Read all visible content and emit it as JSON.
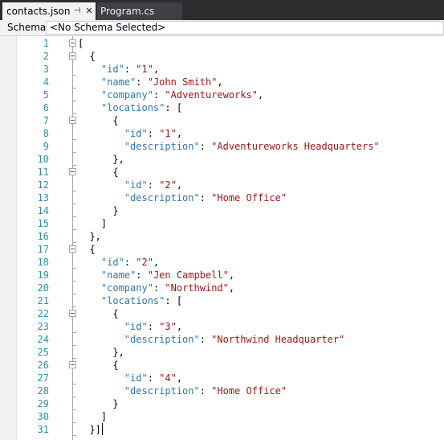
{
  "tabs": [
    {
      "label": "contacts.json",
      "active": true,
      "pinned": true
    },
    {
      "label": "Program.cs",
      "active": false
    }
  ],
  "schema": {
    "label": "Schema:",
    "value": "<No Schema Selected>"
  },
  "editor": {
    "lines": [
      [
        [
          "[",
          "punc"
        ]
      ],
      [
        [
          "  {",
          "punc"
        ]
      ],
      [
        [
          "    ",
          "punc"
        ],
        [
          "\"id\"",
          "key"
        ],
        [
          ": ",
          "punc"
        ],
        [
          "\"1\"",
          "str"
        ],
        [
          ",",
          "punc"
        ]
      ],
      [
        [
          "    ",
          "punc"
        ],
        [
          "\"name\"",
          "key"
        ],
        [
          ": ",
          "punc"
        ],
        [
          "\"John Smith\"",
          "str"
        ],
        [
          ",",
          "punc"
        ]
      ],
      [
        [
          "    ",
          "punc"
        ],
        [
          "\"company\"",
          "key"
        ],
        [
          ": ",
          "punc"
        ],
        [
          "\"Adventureworks\"",
          "str"
        ],
        [
          ",",
          "punc"
        ]
      ],
      [
        [
          "    ",
          "punc"
        ],
        [
          "\"locations\"",
          "key"
        ],
        [
          ": [",
          "punc"
        ]
      ],
      [
        [
          "      {",
          "punc"
        ]
      ],
      [
        [
          "        ",
          "punc"
        ],
        [
          "\"id\"",
          "key"
        ],
        [
          ": ",
          "punc"
        ],
        [
          "\"1\"",
          "str"
        ],
        [
          ",",
          "punc"
        ]
      ],
      [
        [
          "        ",
          "punc"
        ],
        [
          "\"description\"",
          "key"
        ],
        [
          ": ",
          "punc"
        ],
        [
          "\"Adventureworks Headquarters\"",
          "str"
        ]
      ],
      [
        [
          "      },",
          "punc"
        ]
      ],
      [
        [
          "      {",
          "punc"
        ]
      ],
      [
        [
          "        ",
          "punc"
        ],
        [
          "\"id\"",
          "key"
        ],
        [
          ": ",
          "punc"
        ],
        [
          "\"2\"",
          "str"
        ],
        [
          ",",
          "punc"
        ]
      ],
      [
        [
          "        ",
          "punc"
        ],
        [
          "\"description\"",
          "key"
        ],
        [
          ": ",
          "punc"
        ],
        [
          "\"Home Office\"",
          "str"
        ]
      ],
      [
        [
          "      }",
          "punc"
        ]
      ],
      [
        [
          "    ]",
          "punc"
        ]
      ],
      [
        [
          "  },",
          "punc"
        ]
      ],
      [
        [
          "  {",
          "punc"
        ]
      ],
      [
        [
          "    ",
          "punc"
        ],
        [
          "\"id\"",
          "key"
        ],
        [
          ": ",
          "punc"
        ],
        [
          "\"2\"",
          "str"
        ],
        [
          ",",
          "punc"
        ]
      ],
      [
        [
          "    ",
          "punc"
        ],
        [
          "\"name\"",
          "key"
        ],
        [
          ": ",
          "punc"
        ],
        [
          "\"Jen Campbell\"",
          "str"
        ],
        [
          ",",
          "punc"
        ]
      ],
      [
        [
          "    ",
          "punc"
        ],
        [
          "\"company\"",
          "key"
        ],
        [
          ": ",
          "punc"
        ],
        [
          "\"Northwind\"",
          "str"
        ],
        [
          ",",
          "punc"
        ]
      ],
      [
        [
          "    ",
          "punc"
        ],
        [
          "\"locations\"",
          "key"
        ],
        [
          ": [",
          "punc"
        ]
      ],
      [
        [
          "      {",
          "punc"
        ]
      ],
      [
        [
          "        ",
          "punc"
        ],
        [
          "\"id\"",
          "key"
        ],
        [
          ": ",
          "punc"
        ],
        [
          "\"3\"",
          "str"
        ],
        [
          ",",
          "punc"
        ]
      ],
      [
        [
          "        ",
          "punc"
        ],
        [
          "\"description\"",
          "key"
        ],
        [
          ": ",
          "punc"
        ],
        [
          "\"Northwind Headquarter\"",
          "str"
        ]
      ],
      [
        [
          "      },",
          "punc"
        ]
      ],
      [
        [
          "      {",
          "punc"
        ]
      ],
      [
        [
          "        ",
          "punc"
        ],
        [
          "\"id\"",
          "key"
        ],
        [
          ": ",
          "punc"
        ],
        [
          "\"4\"",
          "str"
        ],
        [
          ",",
          "punc"
        ]
      ],
      [
        [
          "        ",
          "punc"
        ],
        [
          "\"description\"",
          "key"
        ],
        [
          ": ",
          "punc"
        ],
        [
          "\"Home Office\"",
          "str"
        ]
      ],
      [
        [
          "      }",
          "punc"
        ]
      ],
      [
        [
          "    ]",
          "punc"
        ]
      ],
      [
        [
          "  }]",
          "punc"
        ]
      ]
    ],
    "fold_lines": [
      1,
      2,
      7,
      11,
      17,
      22,
      26
    ]
  },
  "colors": {
    "tabbar": "#2d2d30",
    "line_number": "#2b91af",
    "json_key": "#2e75b6",
    "json_string": "#a31515"
  },
  "icons": {
    "pin": "pin-icon",
    "close": "close-icon",
    "fold": "collapse-icon"
  }
}
